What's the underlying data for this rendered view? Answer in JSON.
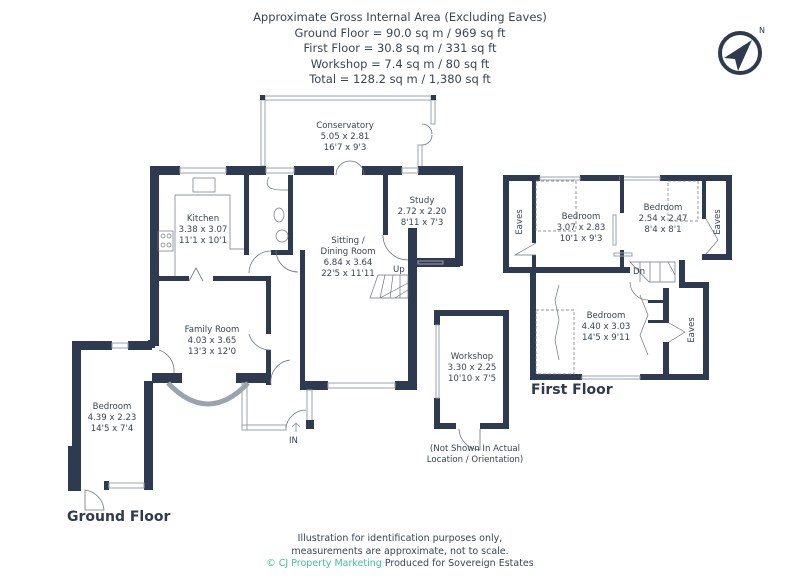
{
  "header": {
    "title": "Approximate Gross Internal Area (Excluding Eaves)",
    "lines": [
      "Ground Floor = 90.0 sq m / 969 sq ft",
      "First Floor = 30.8 sq m / 331 sq ft",
      "Workshop = 7.4 sq m / 80 sq ft",
      "Total = 128.2 sq m / 1,380 sq ft"
    ]
  },
  "compass": {
    "icon": "compass-north-icon",
    "label": "N"
  },
  "colors": {
    "wall": "#2e3a4f",
    "text": "#3a4455",
    "brand": "#3fbf9a"
  },
  "ground_floor": {
    "label": "Ground Floor",
    "entrance": "IN",
    "stairs_label": "Up",
    "rooms": [
      {
        "name": "Conservatory",
        "metric": "5.05 x 2.81",
        "imperial": "16'7 x 9'3"
      },
      {
        "name": "Kitchen",
        "metric": "3.38 x 3.07",
        "imperial": "11'1 x 10'1"
      },
      {
        "name": "Study",
        "metric": "2.72 x 2.20",
        "imperial": "8'11 x 7'3"
      },
      {
        "name_line1": "Sitting /",
        "name": "Dining Room",
        "metric": "6.84 x 3.64",
        "imperial": "22'5 x 11'11"
      },
      {
        "name": "Family Room",
        "metric": "4.03 x 3.65",
        "imperial": "13'3 x 12'0"
      },
      {
        "name": "Bedroom",
        "metric": "4.39 x 2.23",
        "imperial": "14'5 x 7'4"
      }
    ]
  },
  "workshop": {
    "name": "Workshop",
    "metric": "3.30 x 2.25",
    "imperial": "10'10 x 7'5",
    "note_line1": "(Not Shown In Actual",
    "note_line2": "Location / Orientation)"
  },
  "first_floor": {
    "label": "First Floor",
    "stairs_label": "Dn",
    "eaves_label": "Eaves",
    "rooms": [
      {
        "name": "Bedroom",
        "metric": "3.07 x 2.83",
        "imperial": "10'1 x 9'3"
      },
      {
        "name": "Bedroom",
        "metric": "2.54 x 2.47",
        "imperial": "8'4 x 8'1"
      },
      {
        "name": "Bedroom",
        "metric": "4.40 x 3.03",
        "imperial": "14'5 x 9'11"
      }
    ]
  },
  "footer": {
    "line1": "Illustration for identification purposes only,",
    "line2": "measurements are approximate, not to scale.",
    "brand": "© CJ Property Marketing",
    "produced": "Produced for Sovereign Estates"
  }
}
